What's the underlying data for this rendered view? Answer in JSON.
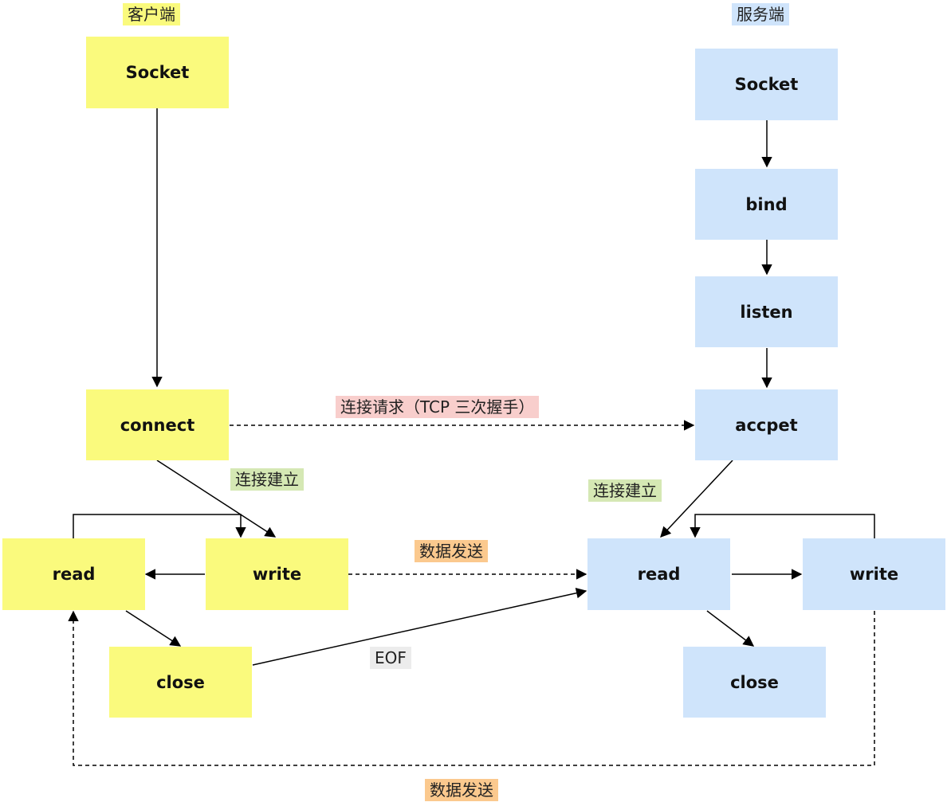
{
  "headers": {
    "client": "客户端",
    "server": "服务端"
  },
  "client": {
    "socket": "Socket",
    "connect": "connect",
    "write": "write",
    "read": "read",
    "close": "close"
  },
  "server": {
    "socket": "Socket",
    "bind": "bind",
    "listen": "listen",
    "accept": "accpet",
    "read": "read",
    "write": "write",
    "close": "close"
  },
  "labels": {
    "handshake": "连接请求（TCP 三次握手）",
    "client_established": "连接建立",
    "server_established": "连接建立",
    "data_send_top": "数据发送",
    "eof": "EOF",
    "data_send_bottom": "数据发送"
  },
  "colors": {
    "client_box": "#fafa7d",
    "server_box": "#cfe4fb",
    "handshake_label": "#f8cecc",
    "established_label": "#d5e8b4",
    "data_label": "#fbc98e",
    "eof_label": "#ececec"
  }
}
